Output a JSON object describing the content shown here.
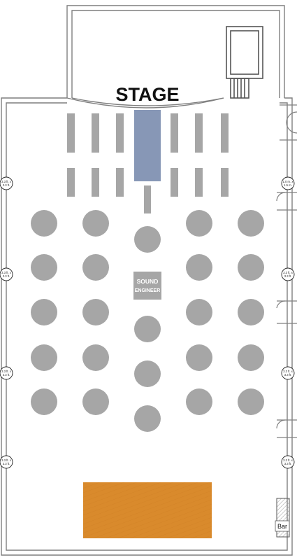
{
  "stage": {
    "label": "STAGE"
  },
  "sound_engineer": {
    "line1": "SOUND",
    "line2": "ENGINEER"
  },
  "bar": {
    "label": "Bar"
  },
  "wall_markers": {
    "left": [
      {
        "line1": "3.3 ft. x",
        "line2": "3.3 ft."
      },
      {
        "line1": "3.3 ft. x",
        "line2": "3.3 ft."
      },
      {
        "line1": "3.3 ft. x",
        "line2": "3.3 ft."
      },
      {
        "line1": "3.3 ft. x",
        "line2": "3.3 ft."
      }
    ],
    "right": [
      {
        "line1": "1.0 m. x",
        "line2": "1.5 m."
      },
      {
        "line1": "3.3 ft. x",
        "line2": "3.3 ft."
      },
      {
        "line1": "3.3 ft. x",
        "line2": "3.3 ft."
      },
      {
        "line1": "3.3 ft. x",
        "line2": "3.3 ft."
      }
    ]
  },
  "colors": {
    "furniture": "#a6a6a6",
    "runway": "#8797b6",
    "table": "#d98a2c",
    "walls": "#7f7f7f"
  }
}
